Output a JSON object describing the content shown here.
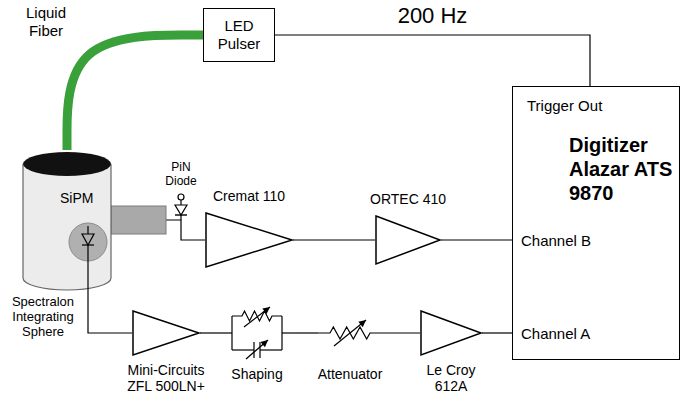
{
  "diagram": {
    "nodes": [
      {
        "text": [
          "LED Pulser"
        ]
      },
      {
        "text": [
          "Trigger Out",
          "Digitizer Alazar ATS 9870",
          "Channel B",
          "Channel A"
        ]
      },
      {
        "text": [
          "SiPM"
        ]
      },
      {
        "text": [
          "Cremat 110"
        ]
      },
      {
        "text": [
          "ORTEC 410"
        ]
      },
      {
        "text": [
          "Mini-Circuits ZFL 500LN+"
        ]
      },
      {
        "text": [
          "Shaping"
        ]
      },
      {
        "text": [
          "Attenuator"
        ]
      },
      {
        "text": [
          "Le Croy 612A"
        ]
      }
    ],
    "edges": [
      {
        "from": 2,
        "to": 0,
        "arrow": "none"
      },
      {
        "from": 0,
        "to": 1,
        "label": "200 Hz",
        "arrow": "none"
      },
      {
        "from": 2,
        "to": 3,
        "arrow": "none"
      },
      {
        "from": 3,
        "to": 4,
        "arrow": "none"
      },
      {
        "from": 4,
        "to": 1,
        "arrow": "none"
      },
      {
        "from": 2,
        "to": 5,
        "arrow": "none"
      },
      {
        "from": 5,
        "to": 6,
        "arrow": "none"
      },
      {
        "from": 6,
        "to": 7,
        "arrow": "none"
      },
      {
        "from": 7,
        "to": 8,
        "arrow": "none"
      },
      {
        "from": 8,
        "to": 1,
        "arrow": "none"
      }
    ],
    "labels": [
      "Liquid Fiber",
      "PiN Diode",
      "Spectralon Integrating Sphere"
    ]
  }
}
